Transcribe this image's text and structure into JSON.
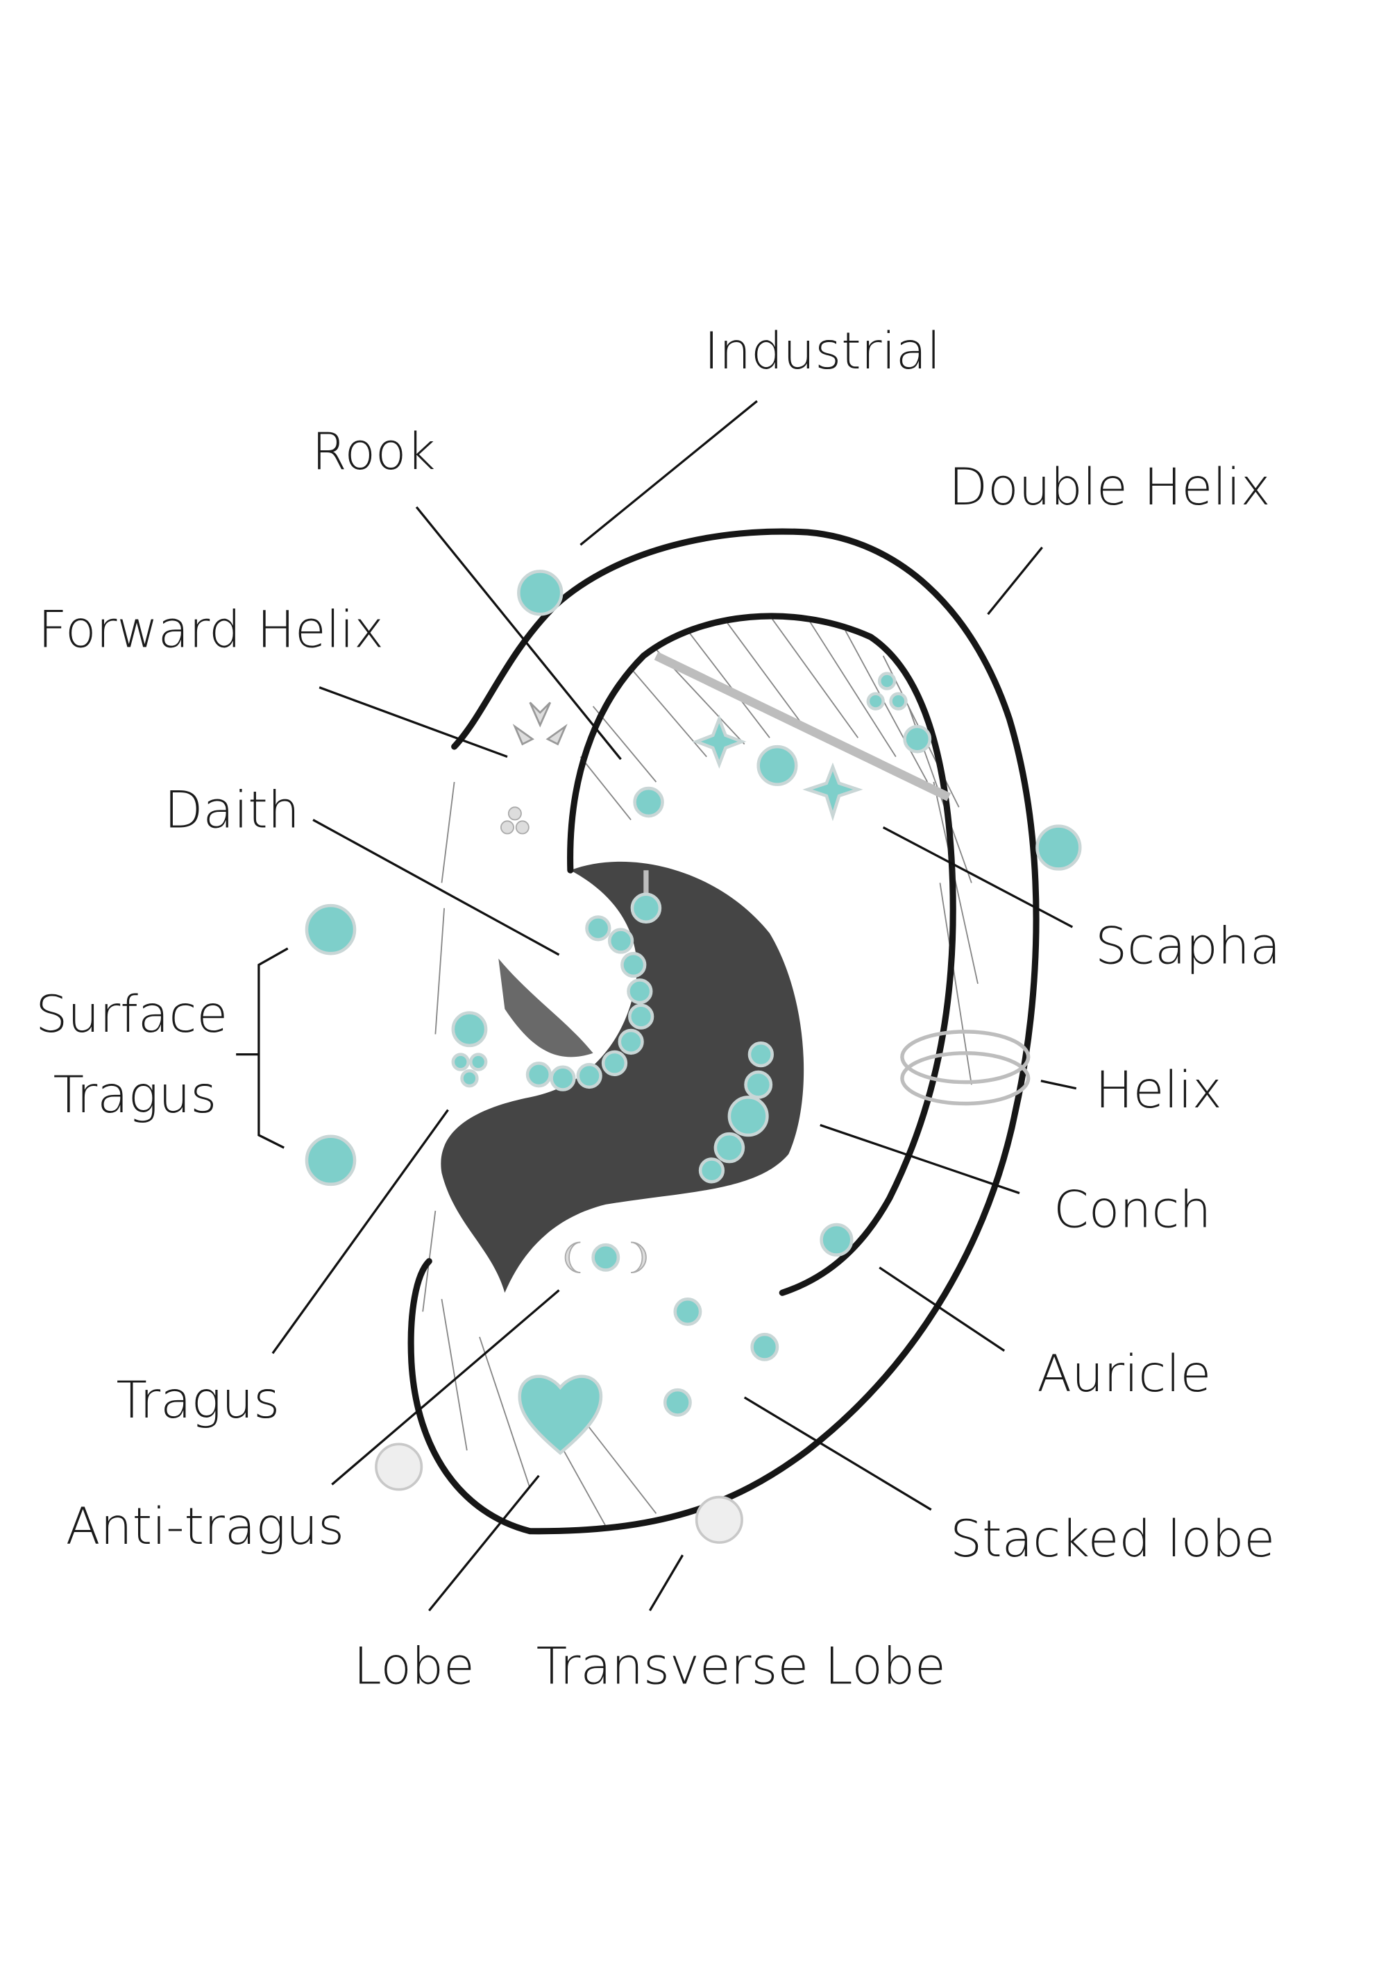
{
  "labels": {
    "industrial": "Industrial",
    "rook": "Rook",
    "double_helix": "Double Helix",
    "forward_helix": "Forward Helix",
    "daith": "Daith",
    "scapha": "Scapha",
    "surface": "Surface",
    "surface_tragus": "Tragus",
    "helix": "Helix",
    "conch": "Conch",
    "auricle": "Auricle",
    "tragus": "Tragus",
    "anti_tragus": "Anti-tragus",
    "stacked_lobe": "Stacked lobe",
    "lobe": "Lobe",
    "transverse_lobe": "Transverse Lobe"
  },
  "colors": {
    "gem": "#7ecfca",
    "outline": "#161616",
    "metal": "#bdbdbd"
  }
}
